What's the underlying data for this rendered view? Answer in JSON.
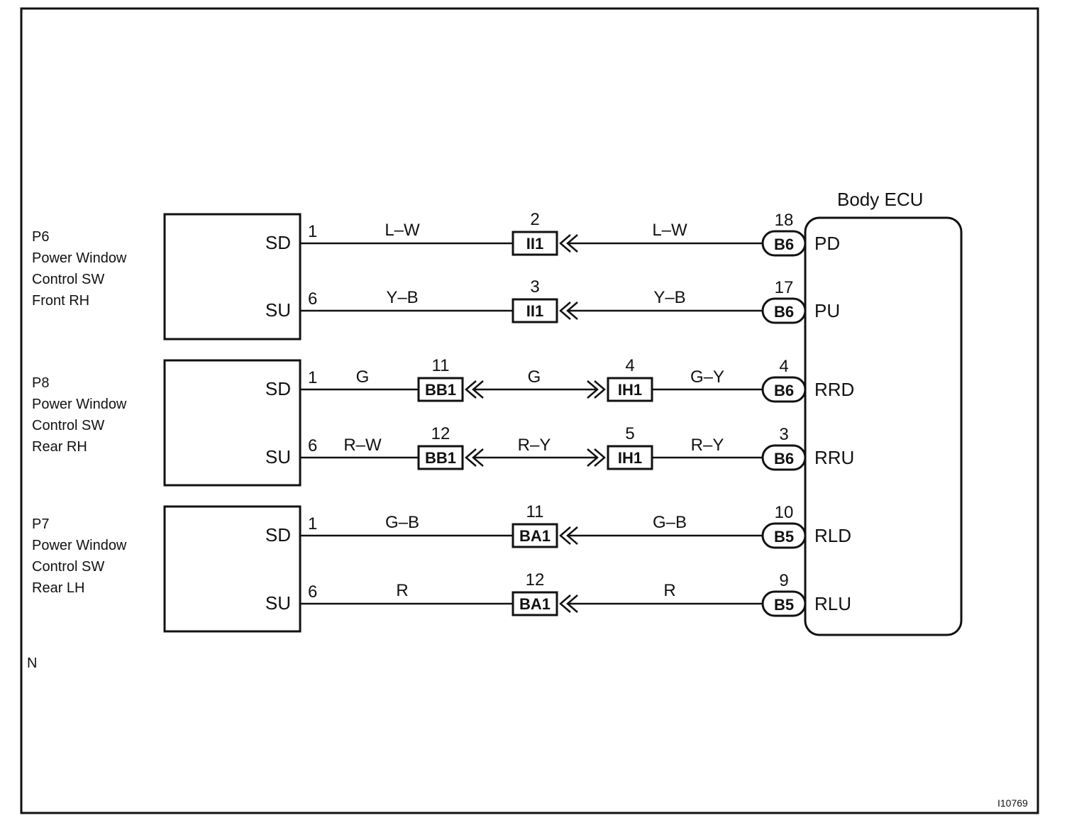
{
  "ecu": {
    "title": "Body ECU"
  },
  "components": [
    {
      "code": "P6",
      "lines": [
        "Power Window",
        "Control SW",
        "Front RH"
      ]
    },
    {
      "code": "P8",
      "lines": [
        "Power Window",
        "Control SW",
        "Rear RH"
      ]
    },
    {
      "code": "P7",
      "lines": [
        "Power Window",
        "Control SW",
        "Rear LH"
      ]
    }
  ],
  "circuits": [
    {
      "sw_terminal": "SD",
      "sw_pin": "1",
      "wire_left": "L–W",
      "j1_num": "2",
      "j1_code": "II1",
      "wire_mid": "",
      "j2_num": "",
      "j2_code": "",
      "wire_right": "L–W",
      "ecu_pin": "18",
      "ecu_conn": "B6",
      "ecu_terminal": "PD"
    },
    {
      "sw_terminal": "SU",
      "sw_pin": "6",
      "wire_left": "Y–B",
      "j1_num": "3",
      "j1_code": "II1",
      "wire_mid": "",
      "j2_num": "",
      "j2_code": "",
      "wire_right": "Y–B",
      "ecu_pin": "17",
      "ecu_conn": "B6",
      "ecu_terminal": "PU"
    },
    {
      "sw_terminal": "SD",
      "sw_pin": "1",
      "wire_left": "G",
      "j1_num": "11",
      "j1_code": "BB1",
      "wire_mid": "G",
      "j2_num": "4",
      "j2_code": "IH1",
      "wire_right": "G–Y",
      "ecu_pin": "4",
      "ecu_conn": "B6",
      "ecu_terminal": "RRD"
    },
    {
      "sw_terminal": "SU",
      "sw_pin": "6",
      "wire_left": "R–W",
      "j1_num": "12",
      "j1_code": "BB1",
      "wire_mid": "R–Y",
      "j2_num": "5",
      "j2_code": "IH1",
      "wire_right": "R–Y",
      "ecu_pin": "3",
      "ecu_conn": "B6",
      "ecu_terminal": "RRU"
    },
    {
      "sw_terminal": "SD",
      "sw_pin": "1",
      "wire_left": "G–B",
      "j1_num": "11",
      "j1_code": "BA1",
      "wire_mid": "",
      "j2_num": "",
      "j2_code": "",
      "wire_right": "G–B",
      "ecu_pin": "10",
      "ecu_conn": "B5",
      "ecu_terminal": "RLD"
    },
    {
      "sw_terminal": "SU",
      "sw_pin": "6",
      "wire_left": "R",
      "j1_num": "12",
      "j1_code": "BA1",
      "wire_mid": "",
      "j2_num": "",
      "j2_code": "",
      "wire_right": "R",
      "ecu_pin": "9",
      "ecu_conn": "B5",
      "ecu_terminal": "RLU"
    }
  ],
  "footnote": "N",
  "figure_id": "I10769"
}
